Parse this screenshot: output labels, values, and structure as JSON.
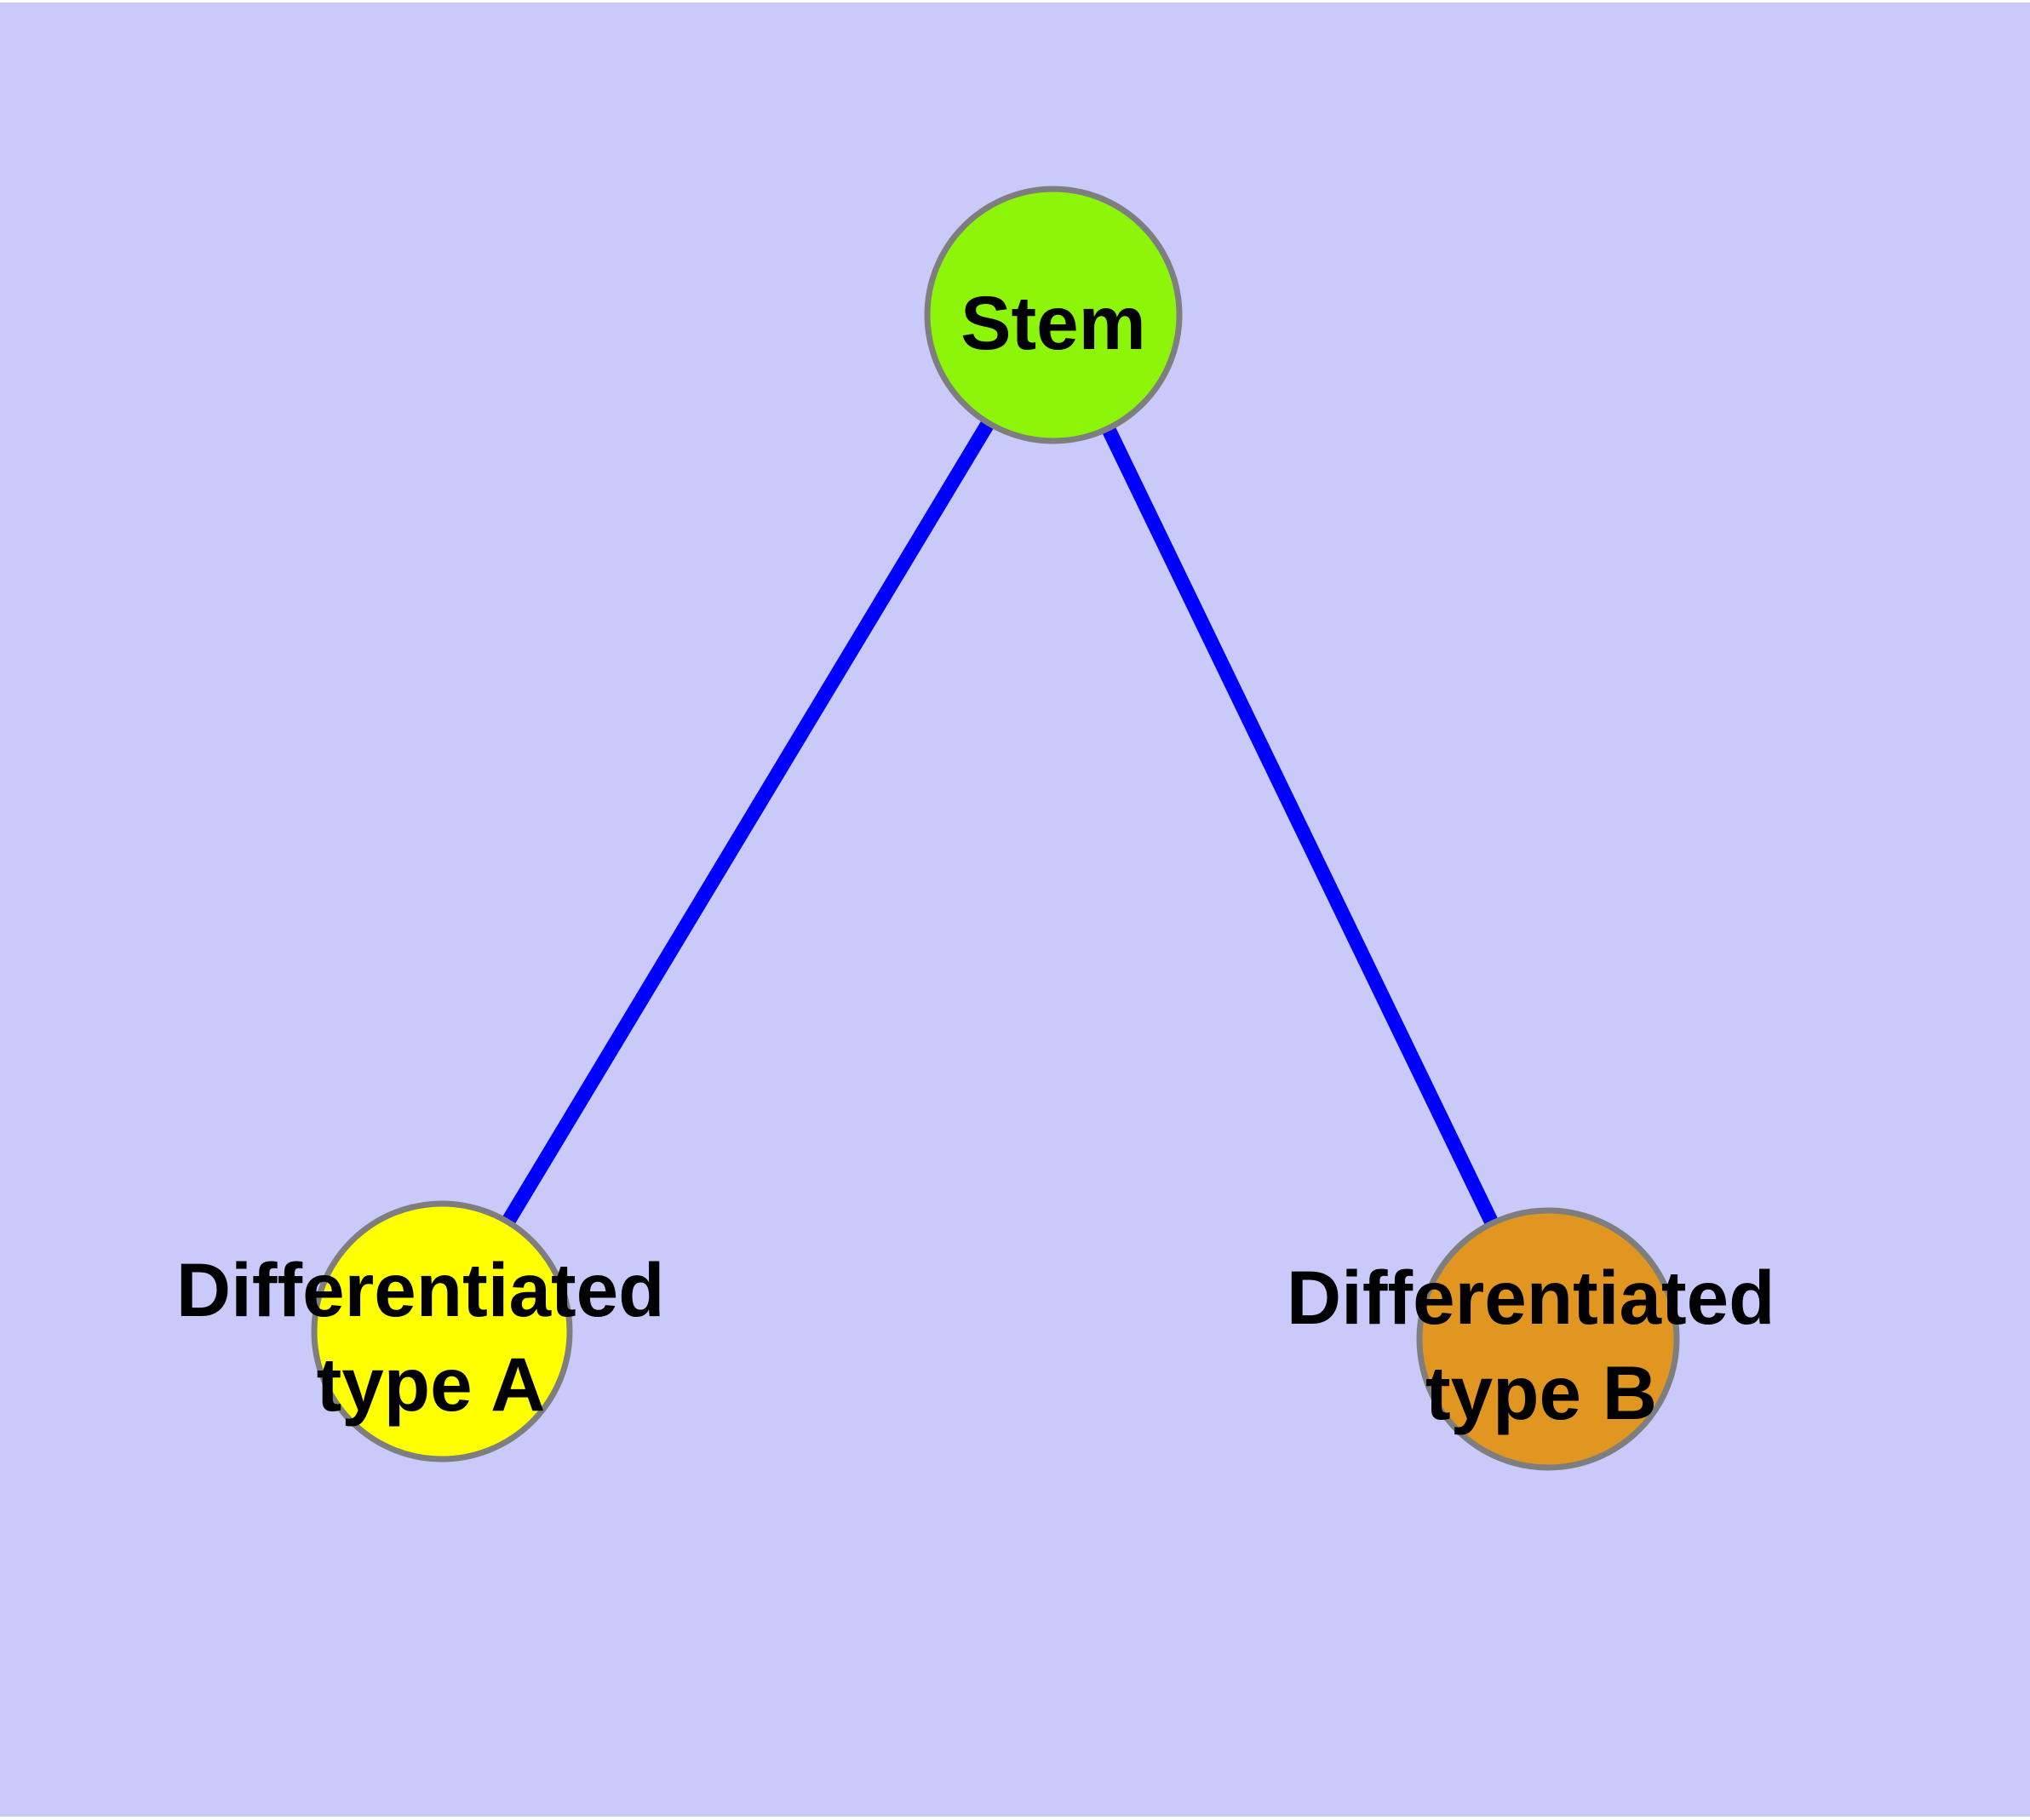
{
  "diagram": {
    "type": "node-link-graph",
    "background_color": "#CACAFA",
    "edge_color": "#0000FF",
    "node_border_color": "#7E7E7E",
    "label_color": "#000000",
    "nodes": [
      {
        "id": "stem",
        "label": "Stem",
        "color": "#8CF50A"
      },
      {
        "id": "differentiated-type-a",
        "label_line1": "Differentiated",
        "label_line2": "type A",
        "color": "#FFFF00"
      },
      {
        "id": "differentiated-type-b",
        "label_line1": "Differentiated",
        "label_line2": "type B",
        "color": "#E09620"
      }
    ],
    "edges": [
      {
        "from": "Stem",
        "to": "Differentiated type A"
      },
      {
        "from": "Stem",
        "to": "Differentiated type B"
      }
    ]
  }
}
